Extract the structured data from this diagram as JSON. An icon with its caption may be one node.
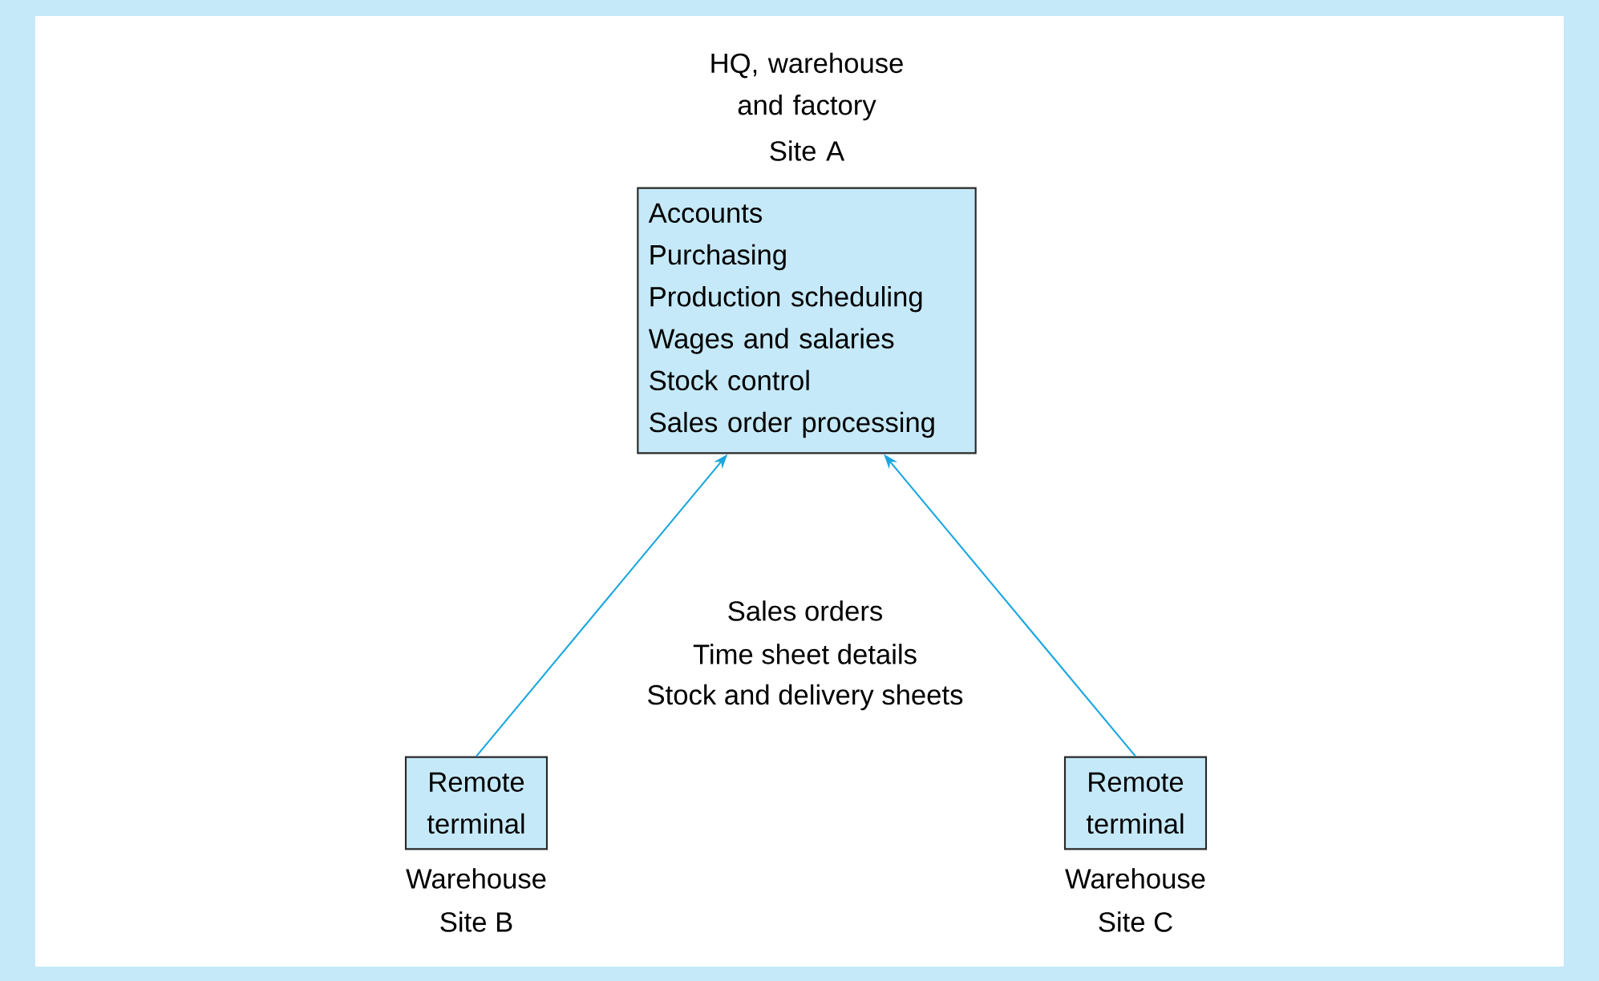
{
  "diagram": {
    "nodes": [
      {
        "text": [
          "HQ, warehouse and factory",
          "Site A",
          "Accounts",
          "Purchasing",
          "Production scheduling",
          "Wages and salaries",
          "Stock control",
          "Sales order processing"
        ]
      },
      {
        "text": [
          "Remote terminal"
        ],
        "beside": [
          "Warehouse",
          "Site B"
        ]
      },
      {
        "text": [
          "Remote terminal"
        ],
        "beside": [
          "Warehouse",
          "Site C"
        ]
      }
    ],
    "edges": [
      {
        "from": 1,
        "to": 0,
        "arrow": "to"
      },
      {
        "from": 2,
        "to": 0,
        "arrow": "to"
      }
    ],
    "labels": [
      "Sales orders",
      "Time sheet details",
      "Stock and delivery sheets"
    ]
  }
}
